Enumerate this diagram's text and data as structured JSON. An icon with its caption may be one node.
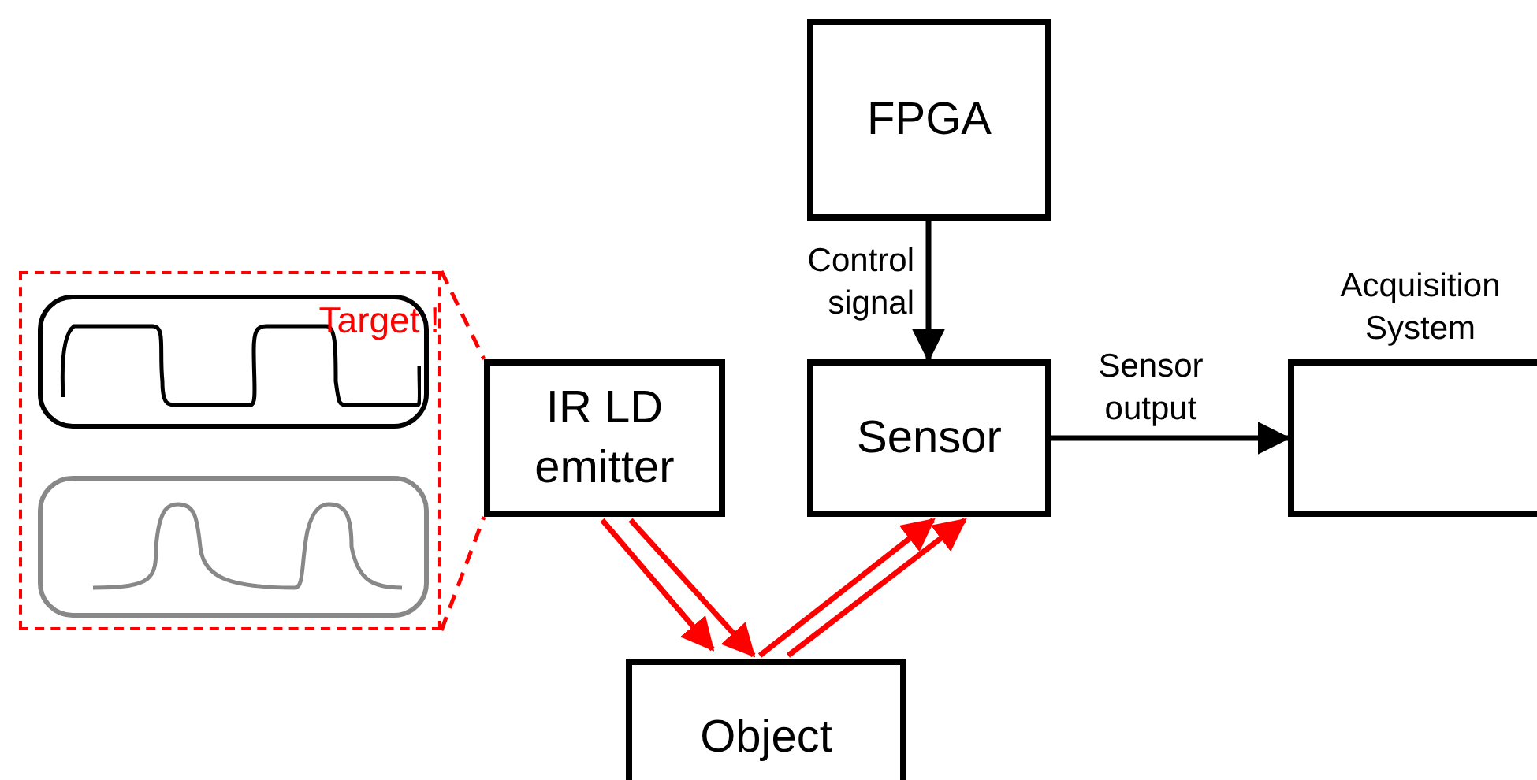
{
  "diagram": {
    "nodes": [
      {
        "text": [
          "FPGA"
        ]
      },
      {
        "text": [
          "Sensor"
        ]
      },
      {
        "text": [],
        "shape": "box",
        "beside": [
          "Acquisition System"
        ]
      },
      {
        "text": [
          "IR LD emitter"
        ]
      },
      {
        "text": [
          "Object"
        ]
      },
      {
        "text": [],
        "shape": "box"
      },
      {
        "text": [
          "Target !"
        ],
        "in": 5
      },
      {
        "text": [],
        "shape": "box",
        "in": 5
      }
    ],
    "edges": [
      {
        "from": 0,
        "to": 1,
        "arrow": "to",
        "label": "Control signal",
        "color": "#000000"
      },
      {
        "from": 1,
        "to": 2,
        "arrow": "to",
        "label": "Sensor output",
        "color": "#000000"
      },
      {
        "from": 3,
        "to": 4,
        "arrow": "to",
        "color": "#ff0000"
      },
      {
        "from": 3,
        "to": 4,
        "arrow": "to",
        "color": "#ff0000"
      },
      {
        "from": 4,
        "to": 1,
        "arrow": "to",
        "color": "#ff0000"
      },
      {
        "from": 4,
        "to": 1,
        "arrow": "to",
        "color": "#ff0000"
      },
      {
        "from": 5,
        "to": 3,
        "arrow": "none",
        "style": "dashed",
        "color": "#ff0000"
      },
      {
        "from": 5,
        "to": 3,
        "arrow": "none",
        "style": "dashed",
        "color": "#ff0000"
      }
    ]
  }
}
